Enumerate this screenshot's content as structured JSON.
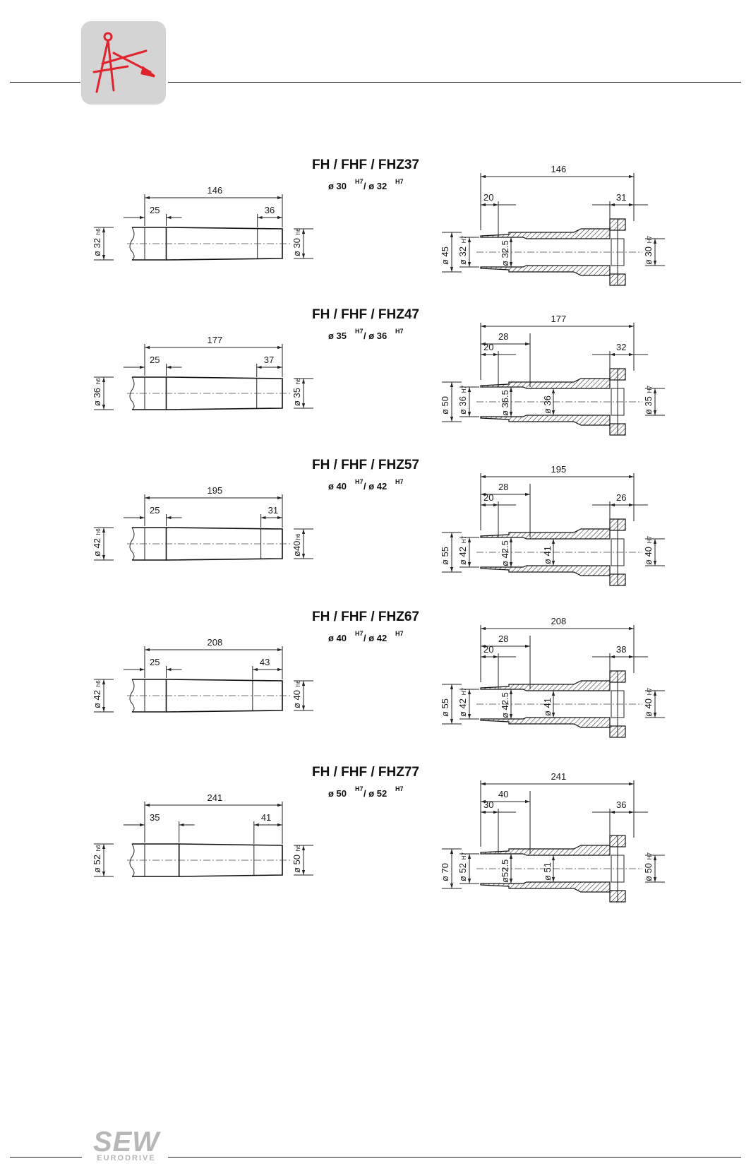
{
  "brand": {
    "name": "SEW",
    "sub": "EURODRIVE"
  },
  "icons": {
    "logo": "compass-divider-icon",
    "logo_color": "#e0242e",
    "logo_bg": "#d4d4d4"
  },
  "sections": [
    {
      "title": "FH / FHF  /  FHZ37",
      "sub": {
        "d1": "ø 30",
        "t1": "H7",
        "sep": "/ ø 32",
        "t2": "H7"
      },
      "shaft": {
        "total": "146",
        "a": "25",
        "b": "36",
        "left_d": "ø 32",
        "left_t": "h6",
        "right_d": "ø 30",
        "right_t": "h6"
      },
      "hollow": {
        "total": "146",
        "a": "20",
        "b": null,
        "end": "31",
        "outer": "ø 45",
        "bore": "ø 32",
        "bore_t": "H7",
        "inner1": "ø 32.5",
        "inner2": null,
        "right": "ø 30",
        "right_t": "H7"
      }
    },
    {
      "title": "FH / FHF / FHZ47",
      "sub": {
        "d1": "ø 35",
        "t1": "H7",
        "sep": "/ ø 36",
        "t2": "H7"
      },
      "shaft": {
        "total": "177",
        "a": "25",
        "b": "37",
        "left_d": "ø 36",
        "left_t": "h6",
        "right_d": "ø 35",
        "right_t": "h6"
      },
      "hollow": {
        "total": "177",
        "a": "20",
        "b": "28",
        "end": "32",
        "outer": "ø 50",
        "bore": "ø 36",
        "bore_t": "H7",
        "inner1": "ø 36.5",
        "inner2": "ø 36",
        "right": "ø 35",
        "right_t": "H7"
      }
    },
    {
      "title": "FH / FHF / FHZ57",
      "sub": {
        "d1": "ø 40",
        "t1": "H7",
        "sep": "/ ø 42",
        "t2": "H7"
      },
      "shaft": {
        "total": "195",
        "a": "25",
        "b": "31",
        "left_d": "ø 42",
        "left_t": "h6",
        "right_d": "ø40",
        "right_t": "h6"
      },
      "hollow": {
        "total": "195",
        "a": "20",
        "b": "28",
        "end": "26",
        "outer": "ø 55",
        "bore": "ø 42",
        "bore_t": "H7",
        "inner1": "ø 42.5",
        "inner2": "ø 41",
        "right": "ø 40",
        "right_t": "H7"
      }
    },
    {
      "title": "FH / FHF / FHZ67",
      "sub": {
        "d1": "ø 40",
        "t1": "H7",
        "sep": "/ ø 42",
        "t2": "H7"
      },
      "shaft": {
        "total": "208",
        "a": "25",
        "b": "43",
        "left_d": "ø 42",
        "left_t": "h6",
        "right_d": "ø 40",
        "right_t": "h6"
      },
      "hollow": {
        "total": "208",
        "a": "20",
        "b": "28",
        "end": "38",
        "outer": "ø 55",
        "bore": "ø 42",
        "bore_t": "H7",
        "inner1": "ø 42.5",
        "inner2": "ø 41",
        "right": "ø 40",
        "right_t": "H7"
      }
    },
    {
      "title": "FH / FHF / FHZ77",
      "sub": {
        "d1": "ø 50",
        "t1": "H7",
        "sep": "/ ø 52",
        "t2": "H7"
      },
      "shaft": {
        "total": "241",
        "a": "35",
        "b": "41",
        "left_d": "ø 52",
        "left_t": "h6",
        "right_d": "ø 50",
        "right_t": "h6"
      },
      "hollow": {
        "total": "241",
        "a": "30",
        "b": "40",
        "end": "36",
        "outer": "ø 70",
        "bore": "ø 52",
        "bore_t": "H7",
        "inner1": "ø52.5",
        "inner2": "ø 51",
        "right": "ø 50",
        "right_t": "H7"
      }
    }
  ]
}
